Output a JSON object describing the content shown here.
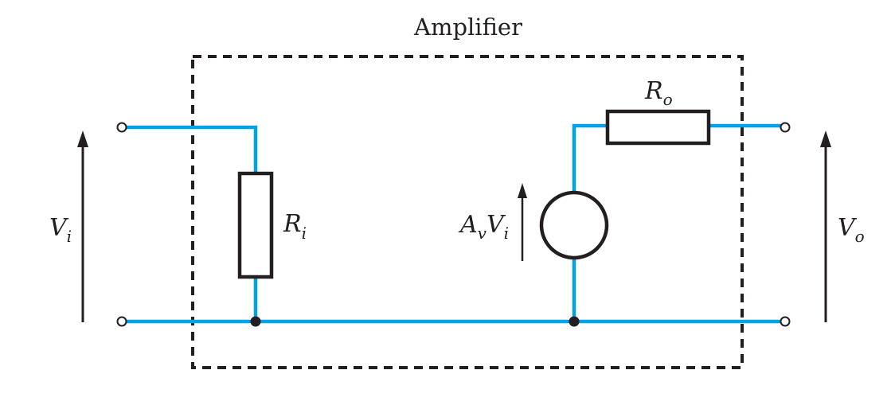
{
  "diagram": {
    "title": "Amplifier",
    "labels": {
      "input_voltage": {
        "main": "V",
        "sub": "i"
      },
      "output_voltage": {
        "main": "V",
        "sub": "o"
      },
      "input_resistor": {
        "main": "R",
        "sub": "i"
      },
      "output_resistor": {
        "main": "R",
        "sub": "o"
      },
      "source_gain": {
        "main": "A",
        "sub": "v"
      },
      "source_input": {
        "main": "V",
        "sub": "i"
      }
    },
    "colors": {
      "wire": "#00a3e6",
      "component": "#231f20",
      "box_border": "#231f20",
      "background": "#ffffff"
    }
  }
}
